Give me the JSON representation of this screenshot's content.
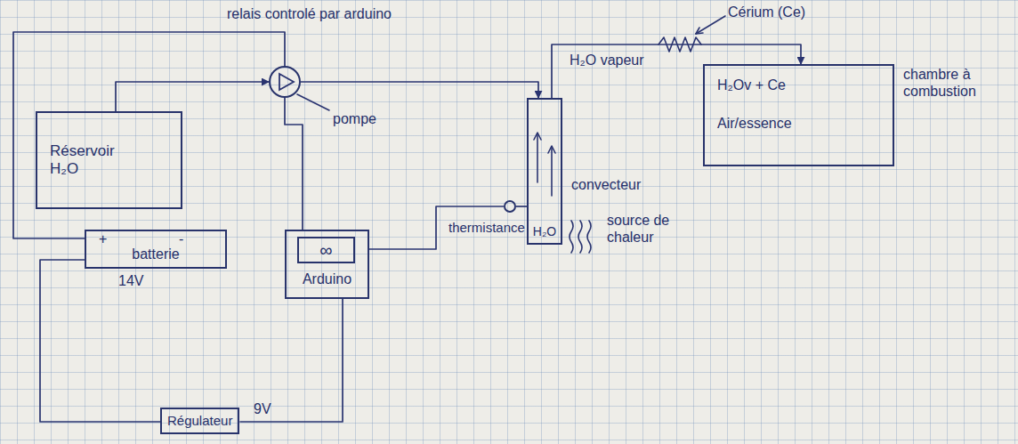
{
  "diagram": {
    "nodes": [
      {
        "text": [
          "Réservoir H₂O"
        ]
      },
      {
        "text": [
          "pompe"
        ]
      },
      {
        "text": [
          "convecteur",
          "H₂O"
        ]
      },
      {
        "text": [
          "H₂Ov + Ce",
          "Air/essence",
          "chambre à combustion"
        ]
      },
      {
        "text": [
          "+",
          "-",
          "batterie",
          "14V"
        ]
      },
      {
        "text": [
          "Arduino"
        ]
      },
      {
        "text": [
          "∞"
        ],
        "in": 5
      },
      {
        "text": [
          "thermistance"
        ]
      },
      {
        "text": [
          "Régulateur"
        ]
      }
    ],
    "edges": [
      {
        "from": 0,
        "to": 1,
        "arrow": "to"
      },
      {
        "from": 1,
        "to": 2,
        "arrow": "to"
      },
      {
        "from": 2,
        "to": 3,
        "label": "H₂O vapeur",
        "arrow": "to"
      },
      {
        "from": 4,
        "to": 1,
        "arrow": "none"
      },
      {
        "from": 4,
        "to": 8,
        "arrow": "none"
      },
      {
        "from": 8,
        "to": 5,
        "arrow": "none"
      },
      {
        "from": 5,
        "to": 1,
        "arrow": "none"
      },
      {
        "from": 5,
        "to": 7,
        "arrow": "none"
      },
      {
        "from": 7,
        "to": 2,
        "arrow": "none"
      }
    ],
    "labels": [
      "relais controlé par arduino",
      "Cérium (Ce)",
      "source de chaleur",
      "9V"
    ]
  }
}
